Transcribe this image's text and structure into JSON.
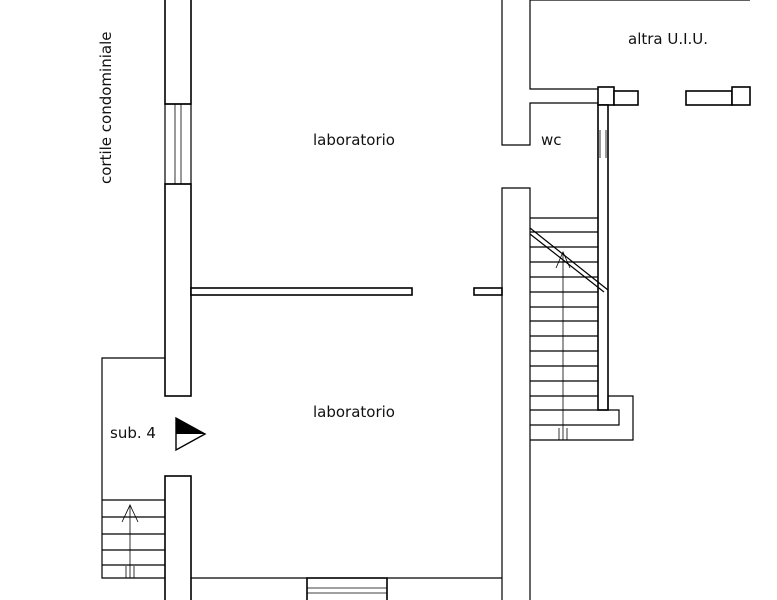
{
  "labels": {
    "courtyard": "cortile condominiale",
    "other_unit": "altra U.I.U.",
    "room_upper": "laboratorio",
    "room_lower": "laboratorio",
    "wc": "wc",
    "sub": "sub. 4"
  },
  "icons": {
    "entrance": "entrance-triangle-icon",
    "stair_arrow": "stair-direction-arrow-icon"
  },
  "colors": {
    "line": "#000000",
    "background": "#ffffff"
  }
}
